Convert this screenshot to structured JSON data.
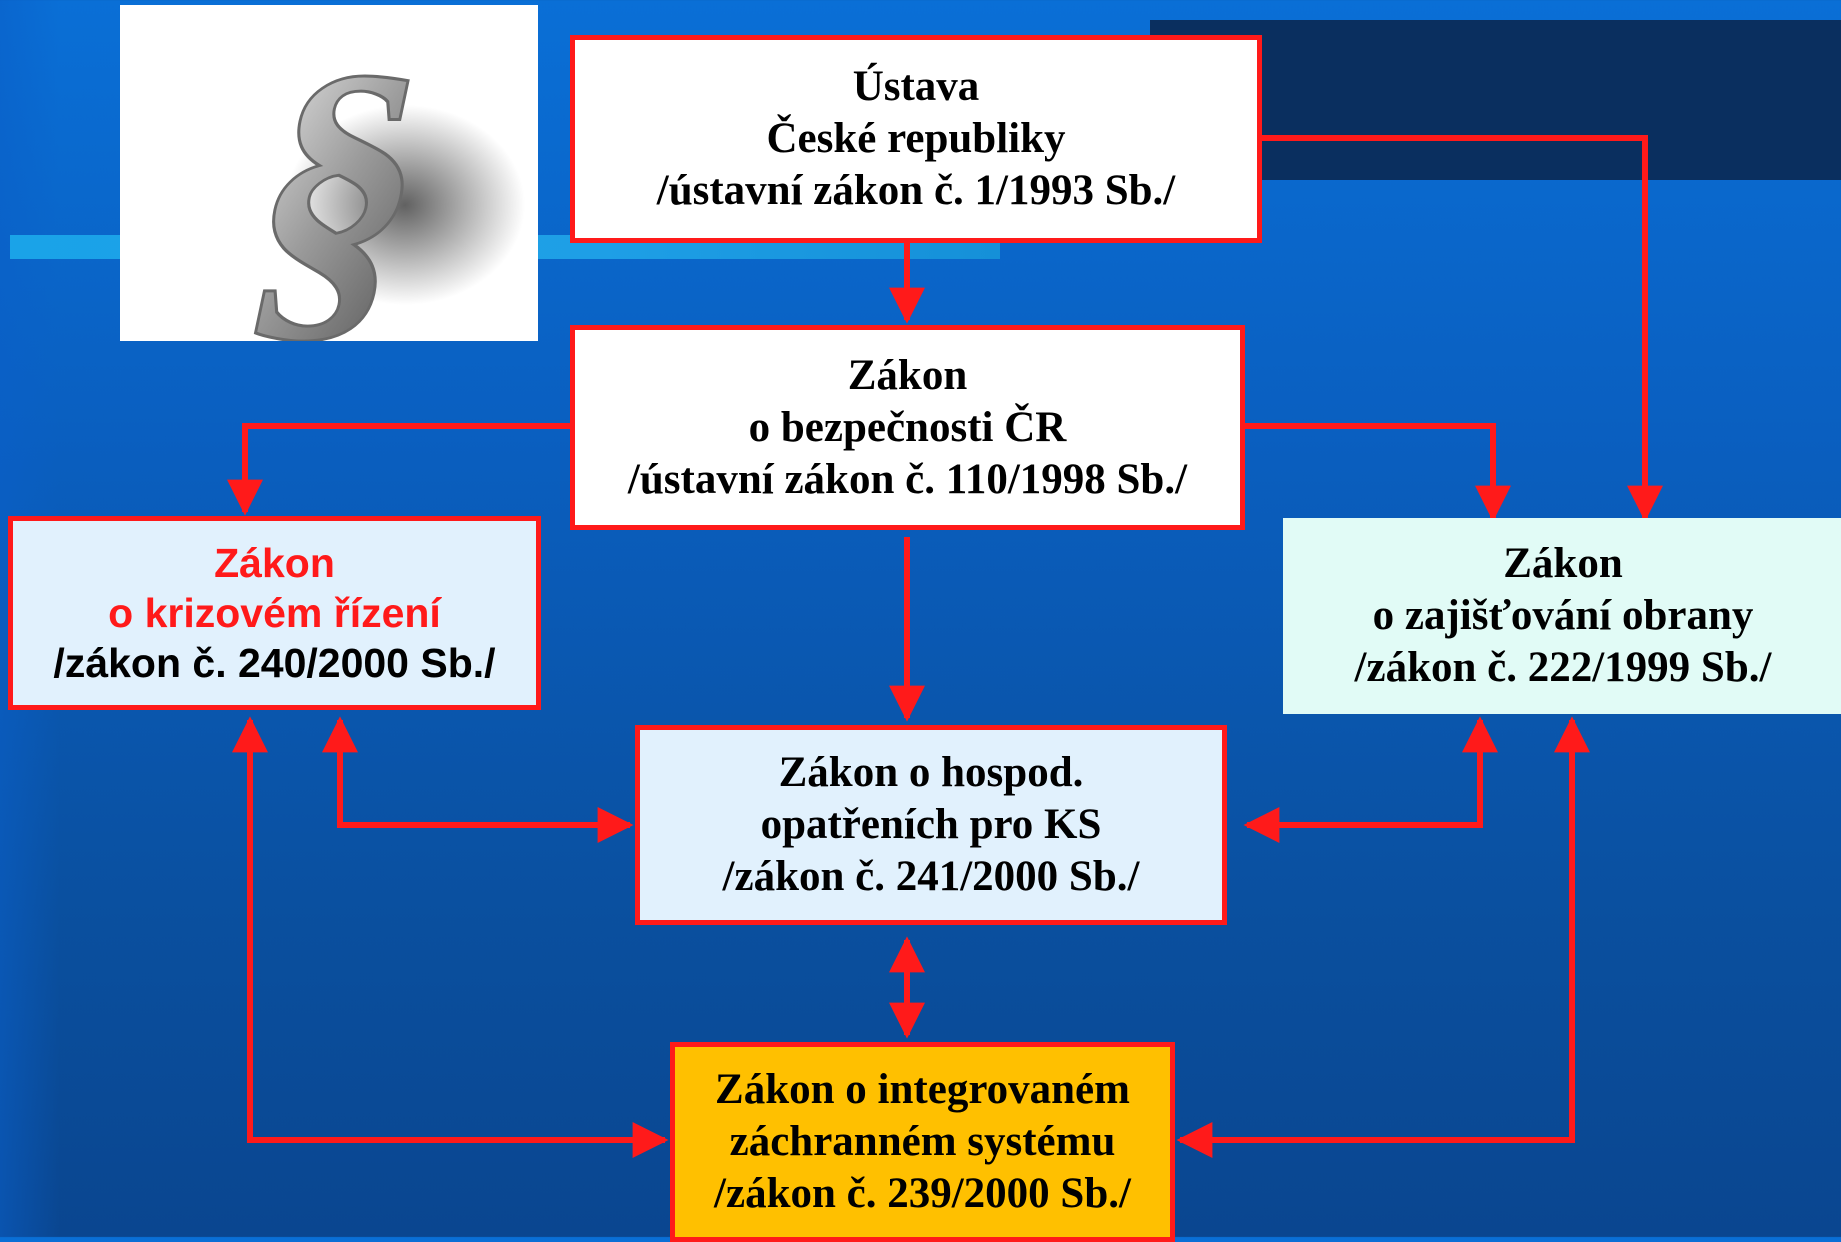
{
  "colors": {
    "arrow": "#ff1a1a",
    "box_border": "#ff1a1a",
    "background": "#0a5fc0",
    "box_white": "#ffffff",
    "box_lightblue": "#e1f1fd",
    "box_mint": "#e1fbf6",
    "box_orange": "#ffc000"
  },
  "logo": {
    "icon": "section-sign-icon",
    "glyph": "§"
  },
  "nodes": {
    "ustava": {
      "line1": "Ústava",
      "line2": "České republiky",
      "line3": "/ústavní zákon č. 1/1993 Sb./"
    },
    "bezpecnost": {
      "line1": "Zákon",
      "line2": "o bezpečnosti ČR",
      "line3": "/ústavní zákon č. 110/1998 Sb./"
    },
    "krizove": {
      "line1": "Zákon",
      "line2": "o krizovém řízení",
      "line3": "/zákon č. 240/2000 Sb./"
    },
    "obrana": {
      "line1": "Zákon",
      "line2": "o zajišťování obrany",
      "line3": "/zákon č. 222/1999 Sb./"
    },
    "hospod": {
      "line1": "Zákon o hospod.",
      "line2": "opatřeních pro KS",
      "line3": "/zákon č. 241/2000 Sb./"
    },
    "izs": {
      "line1": "Zákon o integrovaném",
      "line2": "záchranném systému",
      "line3": "/zákon č. 239/2000 Sb./"
    }
  }
}
